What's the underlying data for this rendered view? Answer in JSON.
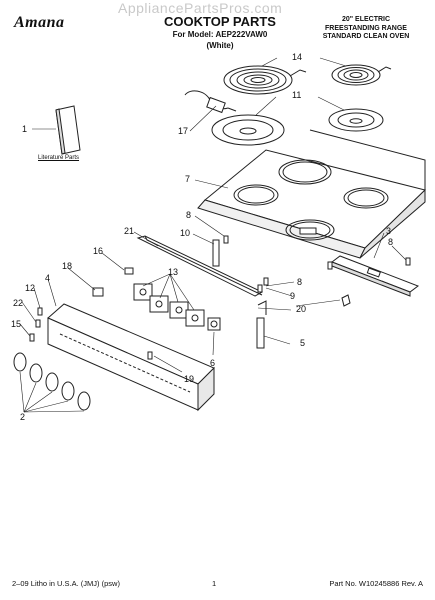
{
  "header": {
    "brand": "Amana",
    "watermark": "AppliancePartsPros.com",
    "title": "COOKTOP PARTS",
    "model_line": "For Model: AEP222VAW0",
    "color_line": "(White)",
    "spec_lines": [
      "20\" ELECTRIC",
      "FREESTANDING RANGE",
      "STANDARD CLEAN OVEN"
    ]
  },
  "diagram": {
    "literature_label": "Literature Parts",
    "callouts": [
      "1",
      "2",
      "3",
      "4",
      "5",
      "6",
      "7",
      "8",
      "9",
      "10",
      "11",
      "12",
      "13",
      "14",
      "15",
      "16",
      "17",
      "18",
      "19",
      "20",
      "21",
      "22"
    ]
  },
  "footer": {
    "left": "2–09 Litho in U.S.A. (JMJ) (psw)",
    "page": "1",
    "right": "Part No. W10245886 Rev. A"
  }
}
